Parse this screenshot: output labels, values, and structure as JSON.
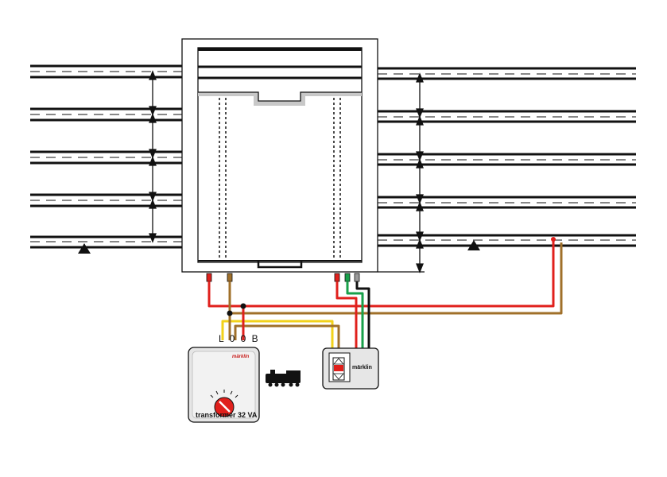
{
  "diagram": {
    "transformer": {
      "label": "transformer 32 VA",
      "brand": "märklin",
      "terminals": "L 0 0 B"
    },
    "control_unit": {
      "brand": "märklin"
    },
    "colors": {
      "red": "#e0201c",
      "brown": "#a0702a",
      "yellow": "#f2d21a",
      "green": "#18a04a",
      "black": "#111111",
      "gray": "#9a9a9a"
    }
  }
}
